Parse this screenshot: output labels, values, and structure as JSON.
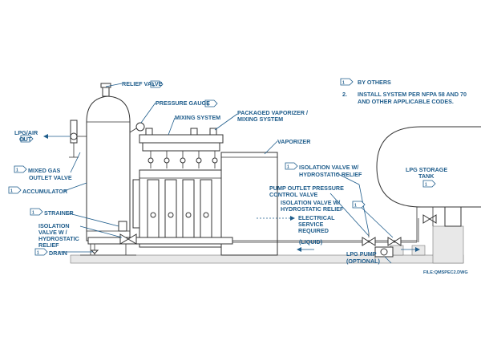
{
  "labels": {
    "relief_valve": "RELIEF VALVE",
    "pressure_gauge": "PRESSURE GAUGE",
    "mixing_system": "MIXING SYSTEM",
    "packaged_vaporizer_1": "PACKAGED VAPORIZER /",
    "packaged_vaporizer_2": "MIXING SYSTEM",
    "vaporizer": "VAPORIZER",
    "lpg_air_out_1": "LPG/AIR",
    "lpg_air_out_2": "OUT",
    "mixed_gas_1": "MIXED GAS",
    "mixed_gas_2": "OUTLET VALVE",
    "accumulator": "ACCUMULATOR",
    "strainer": "STRAINER",
    "isolation_left_1": "ISOLATION",
    "isolation_left_2": "VALVE W /",
    "isolation_left_3": "HYDROSTATIC",
    "isolation_left_4": "RELIEF",
    "drain": "DRAIN",
    "isolation_right_top_1": "ISOLATION VALVE W/",
    "isolation_right_top_2": "HYDROSTATIC RELIEF",
    "pump_outlet_1": "PUMP OUTLET PRESSURE",
    "pump_outlet_2": "CONTROL VALVE",
    "isolation_right_bottom_1": "ISOLATION VALVE W/",
    "isolation_right_bottom_2": "HYDROSTATIC RELIEF",
    "electrical_1": "ELECTRICAL",
    "electrical_2": "SERVICE",
    "electrical_3": "REQUIRED",
    "liquid": "(LIQUID)",
    "lpg_pump_1": "LPG PUMP",
    "lpg_pump_2": "(OPTIONAL)",
    "lpg_tank_1": "LPG STORAGE",
    "lpg_tank_2": "TANK"
  },
  "notes": {
    "n1_num": "1",
    "n1_text": "BY OTHERS",
    "n2_num": "2.",
    "n2_text_1": "INSTALL SYSTEM PER NFPA 58 AND 70",
    "n2_text_2": "AND OTHER APPLICABLE CODES."
  },
  "flag_number": "1",
  "file_label": "FILE:QMSPEC2.DWG",
  "colors": {
    "label": "#1f5d8c",
    "equipment": "#333333",
    "ground": "#e8e8e8"
  }
}
